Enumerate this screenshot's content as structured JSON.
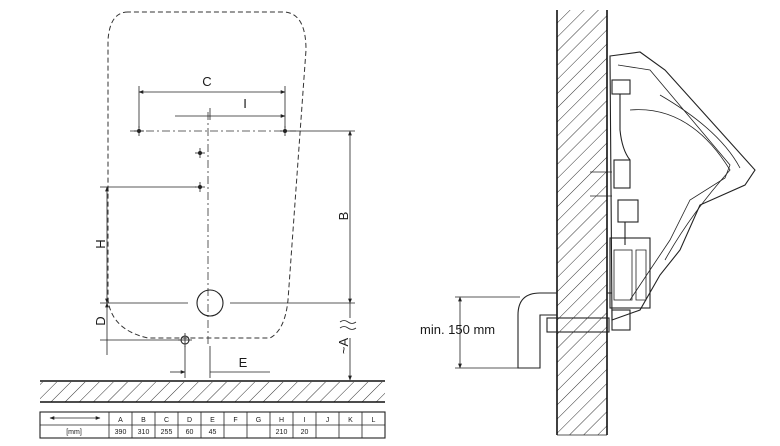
{
  "front_view": {
    "dim_labels": {
      "C": "C",
      "I": "I",
      "B": "B",
      "H": "H",
      "D": "D",
      "E": "E",
      "A": "~A"
    }
  },
  "side_view": {
    "min_label": "min. 150 mm"
  },
  "table": {
    "unit": "[mm]",
    "headers": [
      "A",
      "B",
      "C",
      "D",
      "E",
      "F",
      "G",
      "H",
      "I",
      "J",
      "K",
      "L"
    ],
    "values": [
      "390",
      "310",
      "255",
      "60",
      "45",
      "",
      "",
      "210",
      "20",
      "",
      "",
      ""
    ]
  }
}
